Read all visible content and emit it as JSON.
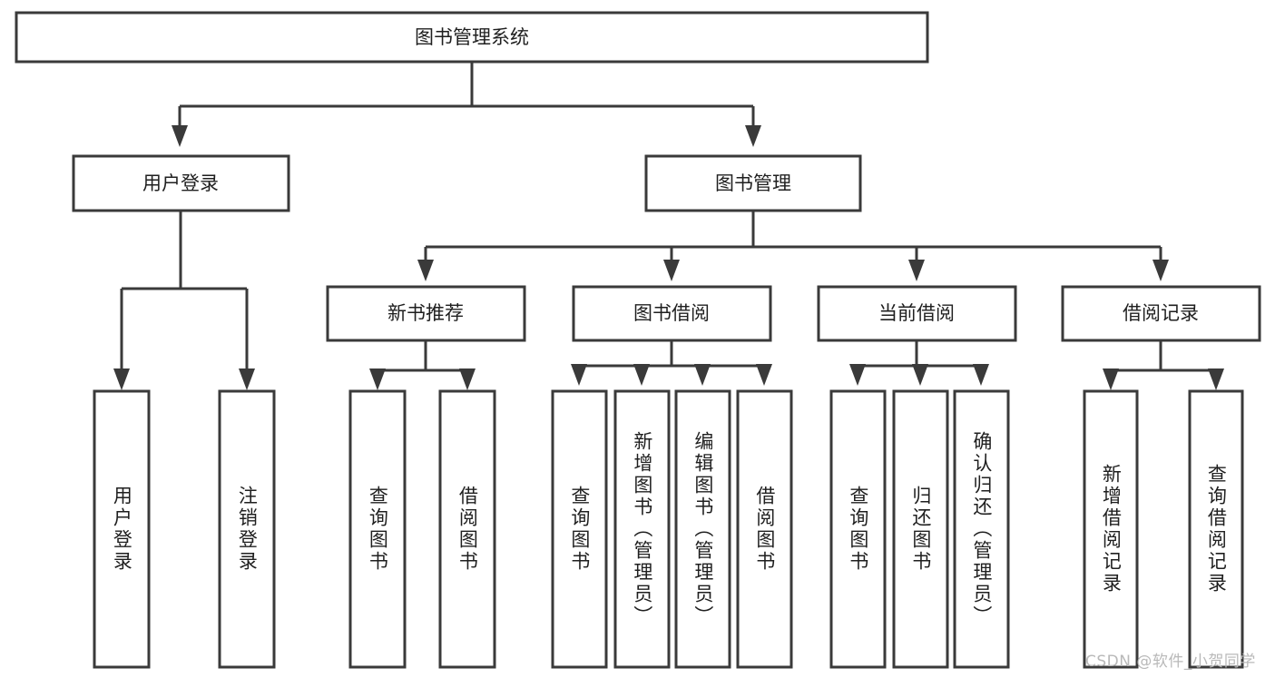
{
  "diagram": {
    "title": "图书管理系统",
    "type": "tree-hierarchy-diagram",
    "colors": {
      "background": "#ffffff",
      "box_stroke": "#3a3a3a",
      "box_fill": "#ffffff",
      "text": "#1f1f1f",
      "watermark": "#b9b9b9"
    },
    "root": {
      "label": "图书管理系统"
    },
    "level2": [
      {
        "label": "用户登录"
      },
      {
        "label": "图书管理"
      }
    ],
    "level3": [
      {
        "label": "新书推荐"
      },
      {
        "label": "图书借阅"
      },
      {
        "label": "当前借阅"
      },
      {
        "label": "借阅记录"
      }
    ],
    "leaves": {
      "user_login": [
        {
          "label": "用户登录"
        },
        {
          "label": "注销登录"
        }
      ],
      "new_book_recommend": [
        {
          "label": "查询图书"
        },
        {
          "label": "借阅图书"
        }
      ],
      "book_borrow": [
        {
          "label": "查询图书"
        },
        {
          "label": "新增图书（管理员）"
        },
        {
          "label": "编辑图书（管理员）"
        },
        {
          "label": "借阅图书"
        }
      ],
      "current_borrow": [
        {
          "label": "查询图书"
        },
        {
          "label": "归还图书"
        },
        {
          "label": "确认归还（管理员）"
        }
      ],
      "borrow_record": [
        {
          "label": "新增借阅记录"
        },
        {
          "label": "查询借阅记录"
        }
      ]
    }
  },
  "watermark": {
    "text": "CSDN @软件_小贺同学"
  }
}
